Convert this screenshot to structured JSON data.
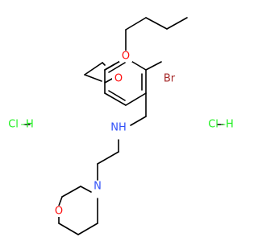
{
  "molecule": {
    "atoms": {
      "oxygen_ethoxy": {
        "text": "O",
        "color": "#ff0d0d"
      },
      "oxygen_propoxy": {
        "text": "O",
        "color": "#ff0d0d"
      },
      "bromine": {
        "text": "Br",
        "color": "#a62929"
      },
      "amine": {
        "text": "NH",
        "color": "#3050f8"
      },
      "morpholine_nitrogen": {
        "text": "N",
        "color": "#3050f8"
      },
      "morpholine_oxygen": {
        "text": "O",
        "color": "#ff0d0d"
      }
    },
    "salts": {
      "left": {
        "text": "Cl –H",
        "color": "#1ff01f"
      },
      "right": {
        "text": "Cl –H",
        "color": "#1ff01f"
      }
    }
  }
}
